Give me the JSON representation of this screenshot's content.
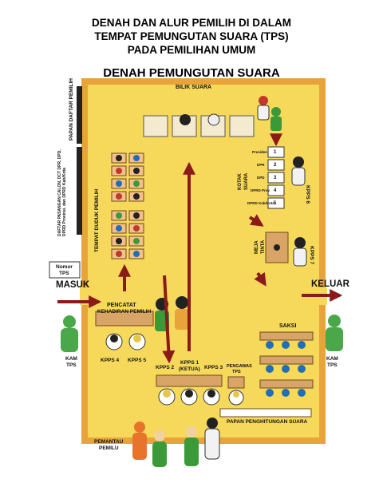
{
  "title_lines": [
    "DENAH DAN ALUR PEMILIH DI DALAM",
    "TEMPAT PEMUNGUTAN SUARA (TPS)",
    "PADA PEMILIHAN UMUM"
  ],
  "subtitle": "DENAH PEMUNGUTAN SUARA",
  "labels": {
    "bilik_suara": "BILIK SUARA",
    "papan_daftar": "PAPAN DAFTAR PEMILIH",
    "daftar_calon": "DAFTAR PASANGAN CALON, DCT DPR, DPD, DPRD Provinsi, dan DPRD Kab/Kota",
    "tempat_duduk": "TEMPAT DUDUK PEMILIH",
    "nomor_tps_1": "Nomor",
    "nomor_tps_2": "TPS",
    "masuk": "MASUK",
    "keluar": "KELUAR",
    "pencatat_1": "PENCATAT",
    "pencatat_2": "KEHADIRAN PEMILIH",
    "kpps4": "KPPS 4",
    "kpps5": "KPPS 5",
    "kpps2": "KPPS 2",
    "kpps1_1": "KPPS 1",
    "kpps1_2": "(KETUA)",
    "kpps3": "KPPS 3",
    "pengawas_1": "PENGAWAS",
    "pengawas_2": "TPS",
    "saksi": "SAKSI",
    "papan_penghitungan": "PAPAN PENGHITUNGAN SUARA",
    "kotak_suara": "KOTAK SUARA",
    "kpps6": "KPPS 6",
    "meja_tinta": "MEJA TINTA",
    "kpps7": "KPPS 7",
    "kam_tps_1": "KAM",
    "kam_tps_2": "TPS",
    "pemantau_1": "PEMANTAU",
    "pemantau_2": "PEMILU"
  },
  "ballot_boxes": [
    {
      "num": "1",
      "label": "Presiden"
    },
    {
      "num": "2",
      "label": "DPR"
    },
    {
      "num": "3",
      "label": "DPD"
    },
    {
      "num": "4",
      "label": "DPRD Prov"
    },
    {
      "num": "5",
      "label": "DPRD Kab/Kota"
    }
  ],
  "colors": {
    "floor": "#f6d95a",
    "wall": "#e8a43a",
    "arrow": "#8b1a1a",
    "table": "#d9a566",
    "seat_blue": "#1f6fb5",
    "kam_green": "#4aa84a"
  }
}
